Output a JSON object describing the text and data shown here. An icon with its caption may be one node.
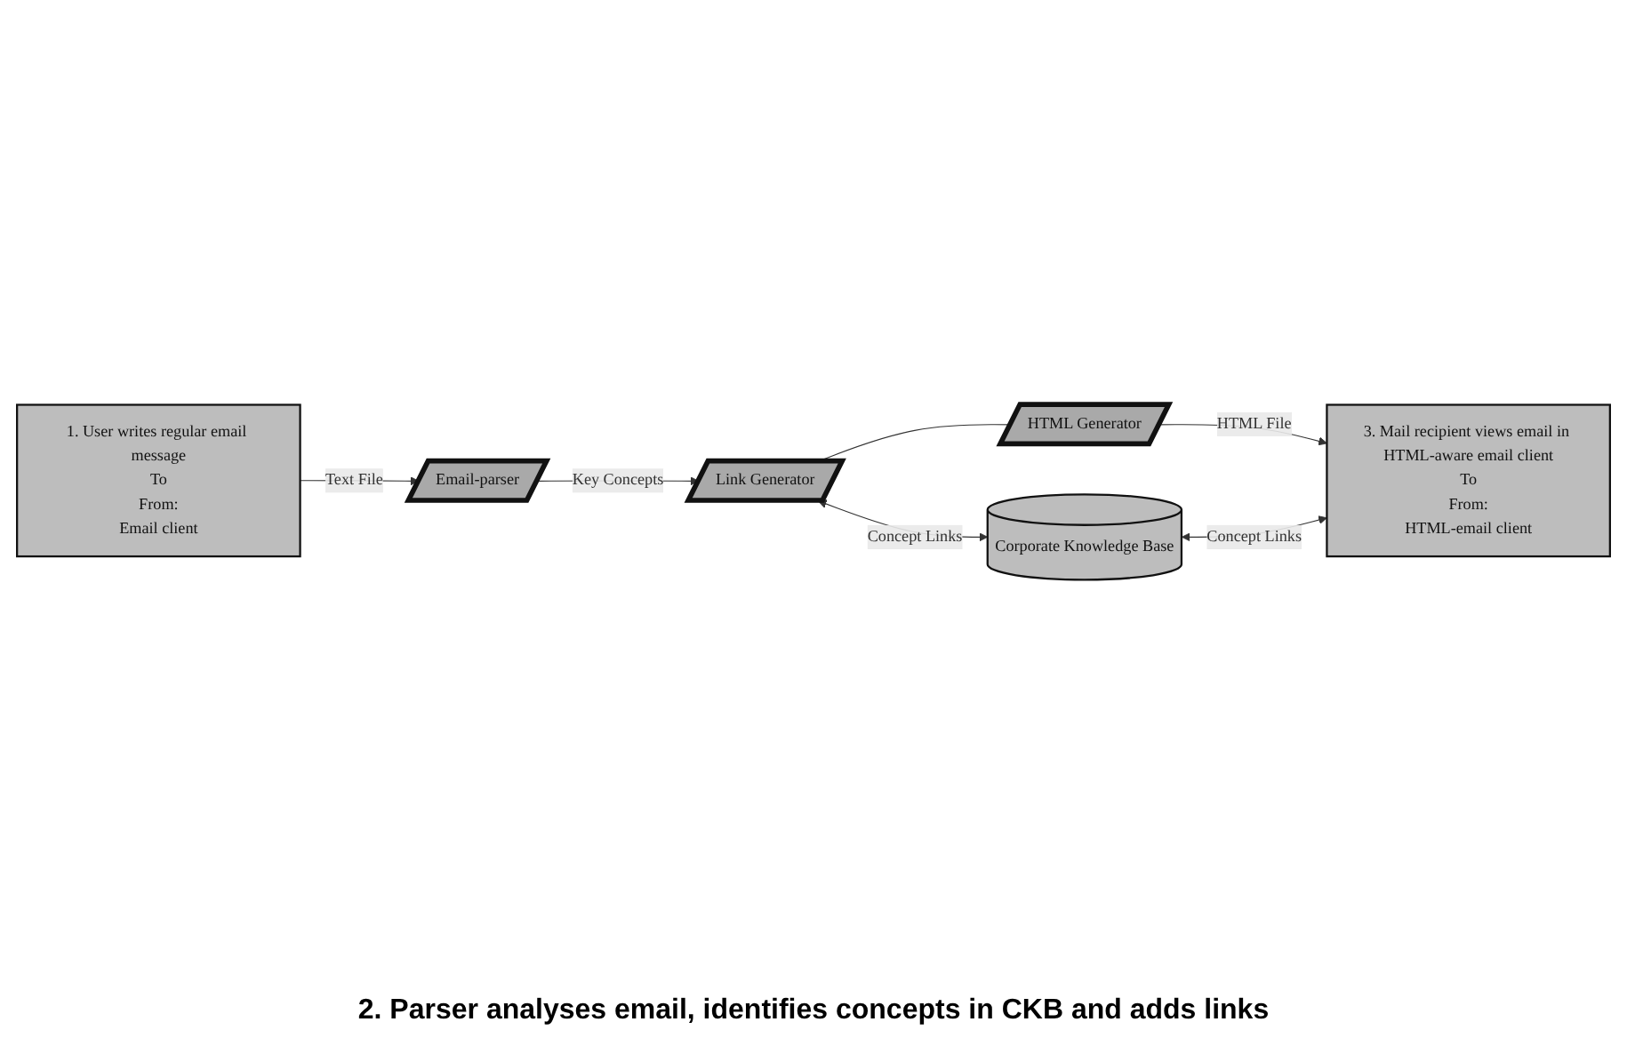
{
  "diagram": {
    "nodes": [
      {
        "text": [
          "1. User writes regular email message",
          "To",
          "From:",
          "Email client"
        ]
      },
      {
        "text": [
          "Email-parser"
        ]
      },
      {
        "text": [
          "Link Generator"
        ]
      },
      {
        "text": [
          "HTML Generator"
        ]
      },
      {
        "text": [
          "3. Mail recipient views email in HTML-aware email client",
          "To",
          "From:",
          "HTML-email client"
        ]
      },
      {
        "text": [
          "Corporate Knowledge Base"
        ]
      }
    ],
    "edges": [
      {
        "from": 0,
        "to": 1,
        "arrow": "to",
        "label": "Text File"
      },
      {
        "from": 1,
        "to": 2,
        "arrow": "to",
        "label": "Key Concepts"
      },
      {
        "from": 2,
        "to": 3,
        "arrow": "none"
      },
      {
        "from": 3,
        "to": 4,
        "arrow": "to",
        "label": "HTML File"
      },
      {
        "from": 2,
        "to": 5,
        "arrow": "both",
        "label": "Concept Links"
      },
      {
        "from": 5,
        "to": 4,
        "arrow": "both",
        "label": "Concept Links"
      }
    ],
    "labels": [
      "2. Parser analyses email, identifies concepts in CKB and adds links"
    ]
  }
}
